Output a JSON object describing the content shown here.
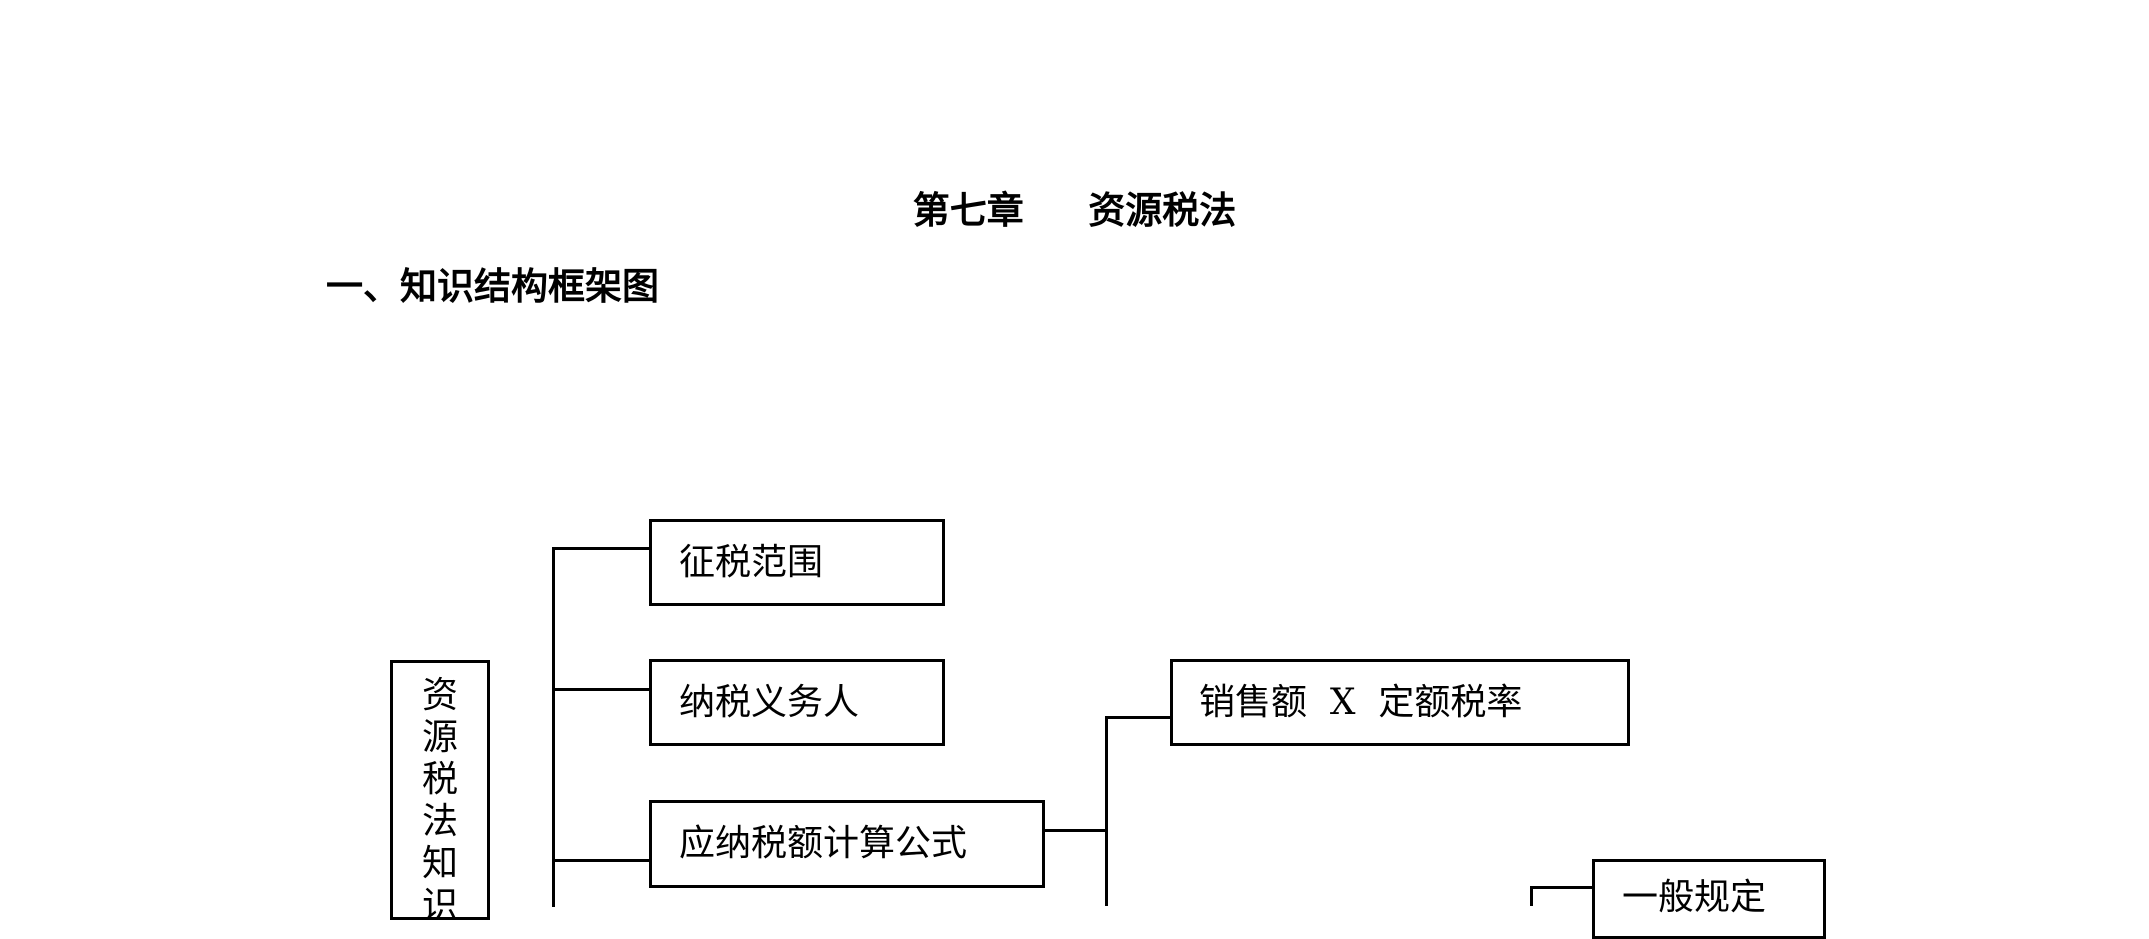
{
  "document": {
    "chapter_title": "第七章     资源税法",
    "section_heading": "一、知识结构框架图"
  },
  "diagram": {
    "root_chars": [
      "资",
      "源",
      "税",
      "法",
      "知",
      "识"
    ],
    "branches": {
      "scope": "征税范围",
      "taxpayer": "纳税义务人",
      "formula": "应纳税额计算公式"
    },
    "formula_items": {
      "sales": "销售额  X  定额税率"
    },
    "sub_items": {
      "general": "一般规定"
    }
  }
}
